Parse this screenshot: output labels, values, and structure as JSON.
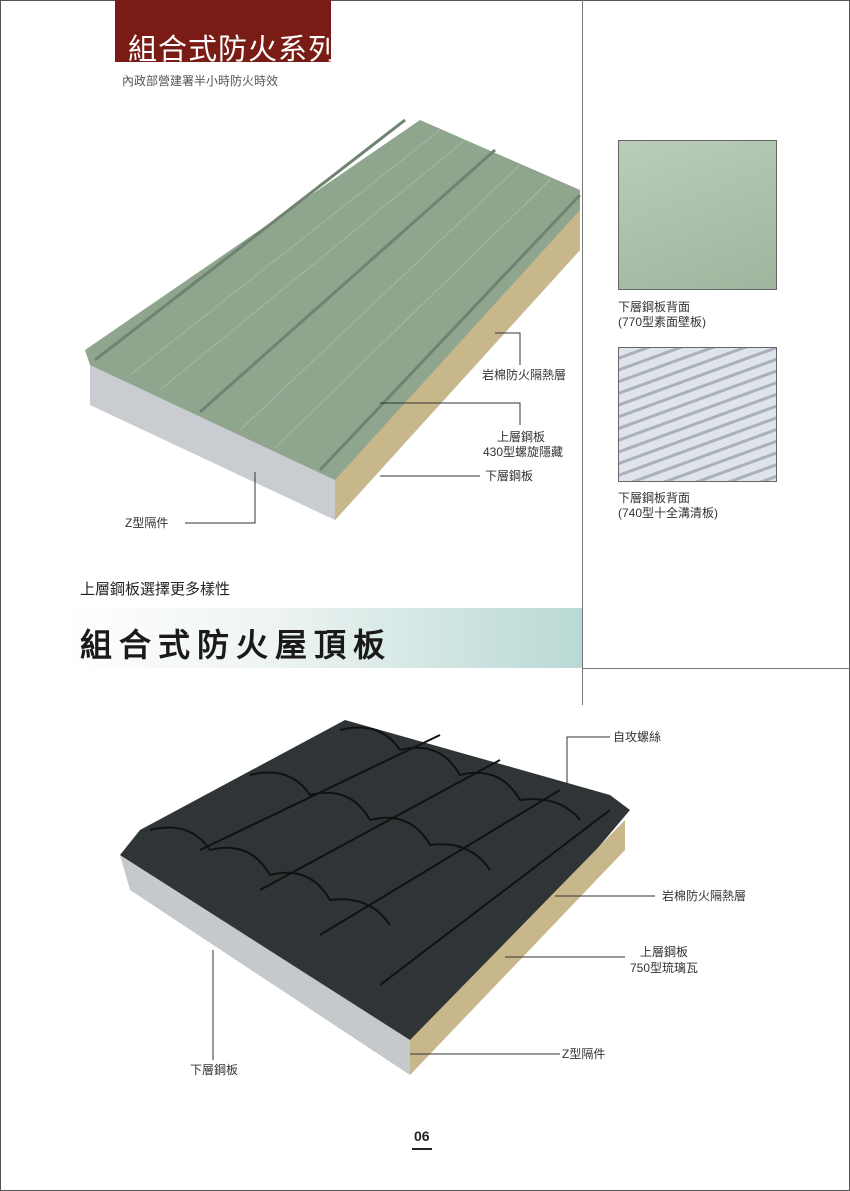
{
  "header": {
    "series_title": "組合式防火系列",
    "series_subtitle": "內政部營建署半小時防火時效"
  },
  "top_product": {
    "callouts": [
      "岩棉防火隔熱層",
      "上層鋼板",
      "430型螺旋隱藏",
      "下層鋼板",
      "Z型隔件"
    ]
  },
  "thumbnails": [
    {
      "caption_line1": "下層鋼板背面",
      "caption_line2": "(770型素面壁板)"
    },
    {
      "caption_line1": "下層鋼板背面",
      "caption_line2": "(740型十全溝清板)"
    }
  ],
  "section": {
    "subheading": "上層鋼板選擇更多樣性",
    "title": "組合式防火屋頂板"
  },
  "bottom_product": {
    "callouts": [
      "自攻螺絲",
      "岩棉防火隔熱層",
      "上層鋼板",
      "750型琉璃瓦",
      "Z型隔件",
      "下層鋼板"
    ]
  },
  "colors": {
    "series_bar": "#7a1c16",
    "banner_accent": "#b9d9d5",
    "panel_green": "#8fa58e",
    "tile_dark": "#2f3536"
  },
  "footer": {
    "page_number": "06"
  }
}
